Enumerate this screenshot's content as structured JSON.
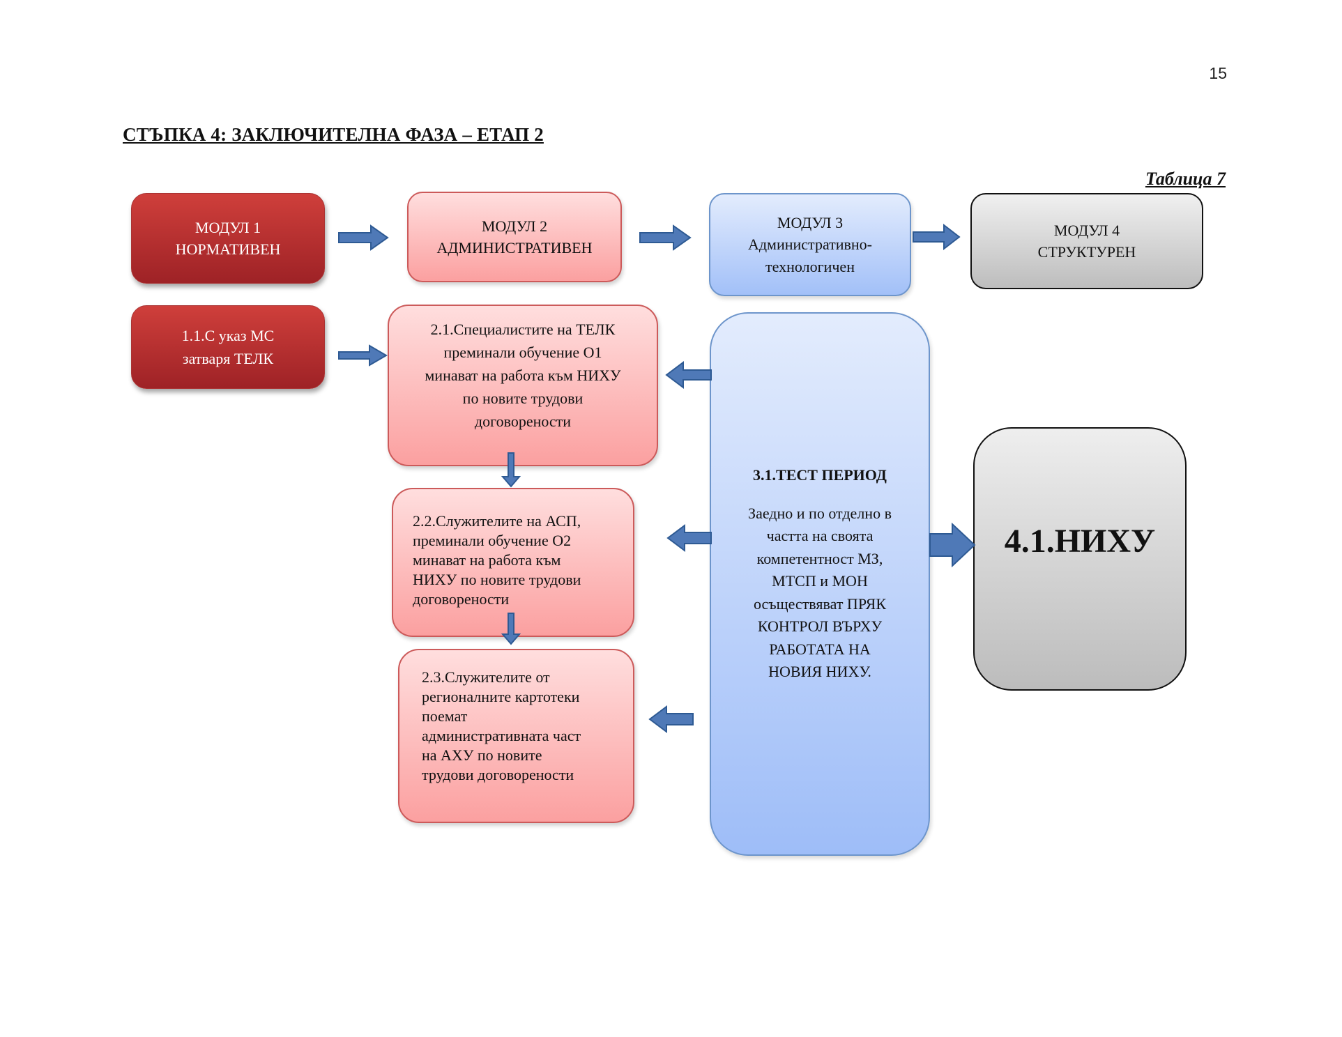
{
  "page_number": "15",
  "heading": "СТЪПКА 4:  ЗАКЛЮЧИТЕЛНА ФАЗА – ЕТАП 2",
  "table_label": "Таблица 7",
  "modules": {
    "m1": {
      "line1": "МОДУЛ 1",
      "line2": "НОРМАТИВЕН"
    },
    "m2": {
      "line1": "МОДУЛ 2",
      "line2": "АДМИНИСТРАТИВЕН"
    },
    "m3": {
      "line1": "МОДУЛ 3",
      "line2": "Административно-",
      "line3": "технологичен"
    },
    "m4": {
      "line1": "МОДУЛ 4",
      "line2": "СТРУКТУРЕН"
    }
  },
  "steps": {
    "s1_1": {
      "line1": "1.1.С указ МС",
      "line2": "затваря ТЕЛК"
    },
    "s2_1": [
      "2.1.Специалистите на ТЕЛК",
      "преминали обучение О1",
      "минават на работа  към НИХУ",
      "по новите трудови",
      "договорености"
    ],
    "s2_2": [
      "2.2.Служителите на АСП,",
      "преминали обучение О2",
      "минават на работа към",
      "НИХУ по новите трудови",
      "договорености"
    ],
    "s2_3": [
      "2.3.Служителите от",
      "регионалните картотеки",
      "поемат",
      "административната част",
      "на АХУ по новите",
      "трудови договорености"
    ],
    "s3_1": {
      "title": "3.1.ТЕСТ ПЕРИОД",
      "lines": [
        "Заедно и по отделно в",
        "частта на своята",
        "компетентност  МЗ,",
        "МТСП и МОН",
        "осъществяват ПРЯК",
        "КОНТРОЛ ВЪРХУ",
        "РАБОТАТА НА",
        "НОВИЯ НИХУ."
      ]
    },
    "s4_1": "4.1.НИХУ"
  },
  "colors": {
    "arrow_fill": "#4f79b7",
    "arrow_stroke": "#2e5a93",
    "red": "#b83133",
    "pink": "#fcb8b8",
    "blue": "#bcd2fa",
    "grey": "#d6d6d6"
  }
}
